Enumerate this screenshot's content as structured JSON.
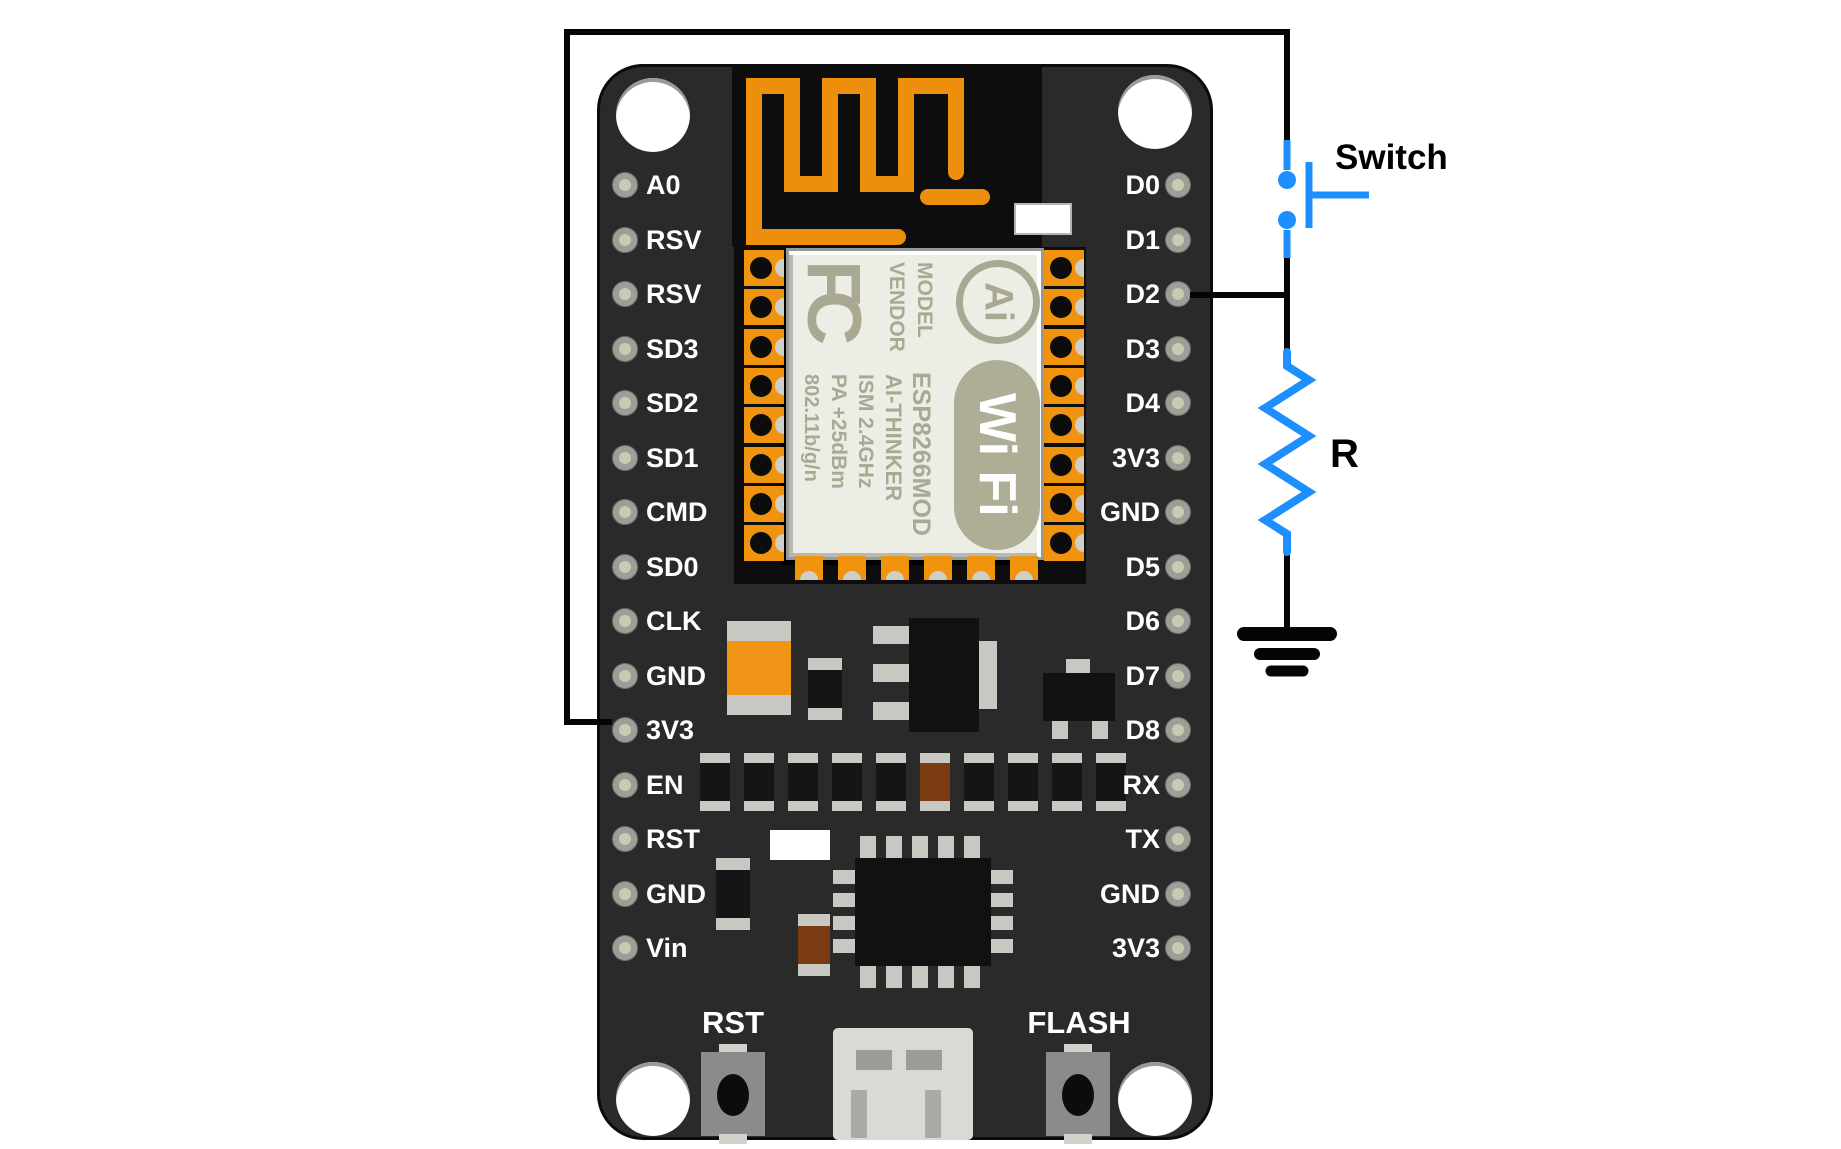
{
  "board": {
    "left_pins": [
      "A0",
      "RSV",
      "RSV",
      "SD3",
      "SD2",
      "SD1",
      "CMD",
      "SD0",
      "CLK",
      "GND",
      "3V3",
      "EN",
      "RST",
      "GND",
      "Vin"
    ],
    "right_pins": [
      "D0",
      "D1",
      "D2",
      "D3",
      "D4",
      "3V3",
      "GND",
      "D5",
      "D6",
      "D7",
      "D8",
      "RX",
      "TX",
      "GND",
      "3V3"
    ],
    "rst_button_label": "RST",
    "flash_button_label": "FLASH",
    "module": {
      "fcc_logo": "FC",
      "ai_logo": "Ai",
      "wifi_logo": "Wi Fi",
      "model": "MODEL",
      "vendor": "VENDOR",
      "part": "ESP8266MOD",
      "maker": "AI-THINKER",
      "ism": "ISM 2.4GHz",
      "pa": "PA +25dBm",
      "standard": "802.11b/g/n"
    }
  },
  "circuit": {
    "switch_label": "Switch",
    "resistor_label": "R",
    "topology": [
      "3V3 → Switch",
      "Switch → D2",
      "D2 → R",
      "R → GND (ground symbol)"
    ]
  },
  "colors": {
    "board": "#2a2a2a",
    "dark_zone": "#0d0d0d",
    "antenna_trace": "#ee8e0d",
    "module_pad": "#f0930f",
    "shield": "#eceee6",
    "shield_text": "#a9a993",
    "wire": "#050505",
    "component_blue": "#1e8fff",
    "pin_label": "#ffffff"
  }
}
